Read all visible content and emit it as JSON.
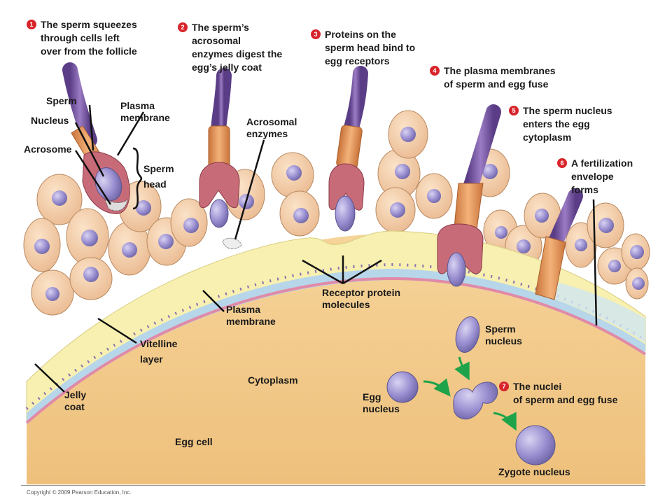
{
  "steps": [
    {
      "num": "1",
      "text": "The sperm squeezes\nthrough cells left\nover from the follicle"
    },
    {
      "num": "2",
      "text": "The sperm’s\nacrosomal\nenzymes digest the\negg’s jelly coat"
    },
    {
      "num": "3",
      "text": "Proteins on the\nsperm head bind to\negg receptors"
    },
    {
      "num": "4",
      "text": "The plasma membranes\nof sperm and egg fuse"
    },
    {
      "num": "5",
      "text": "The sperm nucleus\nenters the egg\ncytoplasm"
    },
    {
      "num": "6",
      "text": "A fertilization\nenvelope\nforms"
    },
    {
      "num": "7",
      "text": "The nuclei\nof sperm and egg fuse"
    }
  ],
  "labels": {
    "sperm": "Sperm",
    "nucleus": "Nucleus",
    "acrosome": "Acrosome",
    "plasma_membrane_sperm": "Plasma\nmembrane",
    "sperm_head": "Sperm\nhead",
    "acrosomal_enzymes": "Acrosomal\nenzymes",
    "receptor_proteins": "Receptor protein\nmolecules",
    "plasma_membrane_egg": "Plasma\nmembrane",
    "vitelline_layer": "Vitelline\nlayer",
    "jelly_coat": "Jelly\ncoat",
    "cytoplasm": "Cytoplasm",
    "egg_cell": "Egg cell",
    "sperm_nucleus": "Sperm\nnucleus",
    "egg_nucleus": "Egg\nnucleus",
    "zygote_nucleus": "Zygote nucleus"
  },
  "copyright": "Copyright © 2009 Pearson Education, Inc.",
  "colors": {
    "egg_cytoplasm": "#f2c98a",
    "jelly_coat": "#f7f0b0",
    "vitelline": "#b7d6ea",
    "plasma_membrane": "#e08aa8",
    "follicle_cell": "#f0c9a2",
    "follicle_nucleus": "#9a8fd0",
    "sperm_tail": "#7a5aa6",
    "sperm_midpiece": "#e49a5a",
    "sperm_head": "#c86b78",
    "badge": "#d8242b"
  }
}
